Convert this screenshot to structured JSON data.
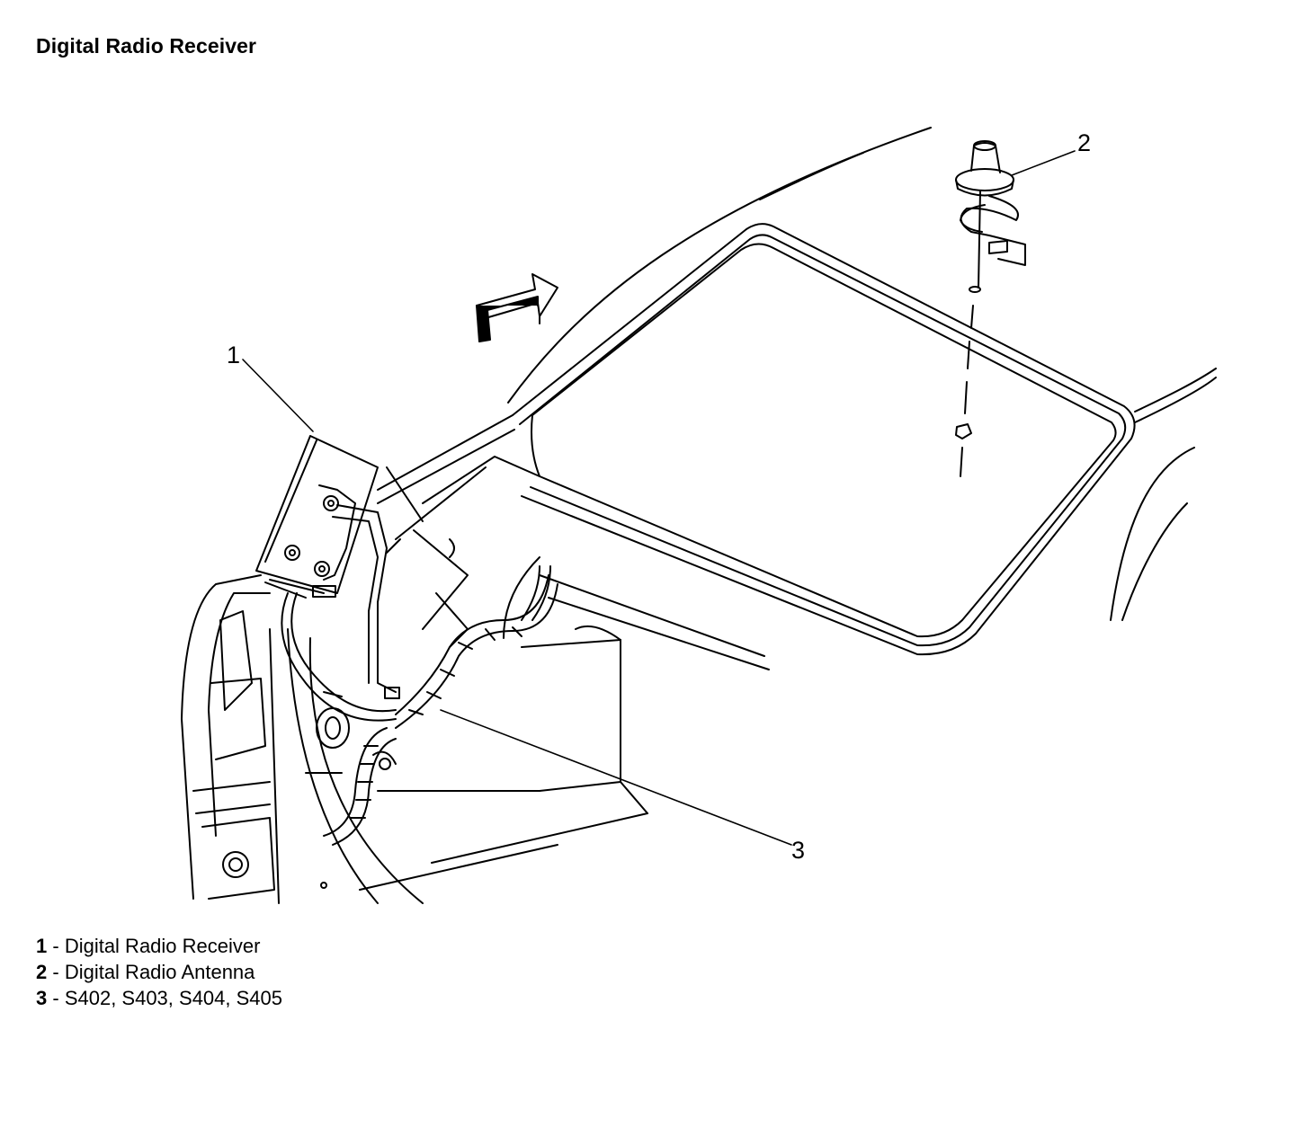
{
  "title": "Digital Radio Receiver",
  "callouts": [
    {
      "number": "1"
    },
    {
      "number": "2"
    },
    {
      "number": "3"
    }
  ],
  "legend": [
    {
      "number": "1",
      "separator": " - ",
      "label": "Digital Radio Receiver"
    },
    {
      "number": "2",
      "separator": " - ",
      "label": "Digital Radio Antenna"
    },
    {
      "number": "3",
      "separator": " - ",
      "label": "S402, S403, S404, S405"
    }
  ]
}
